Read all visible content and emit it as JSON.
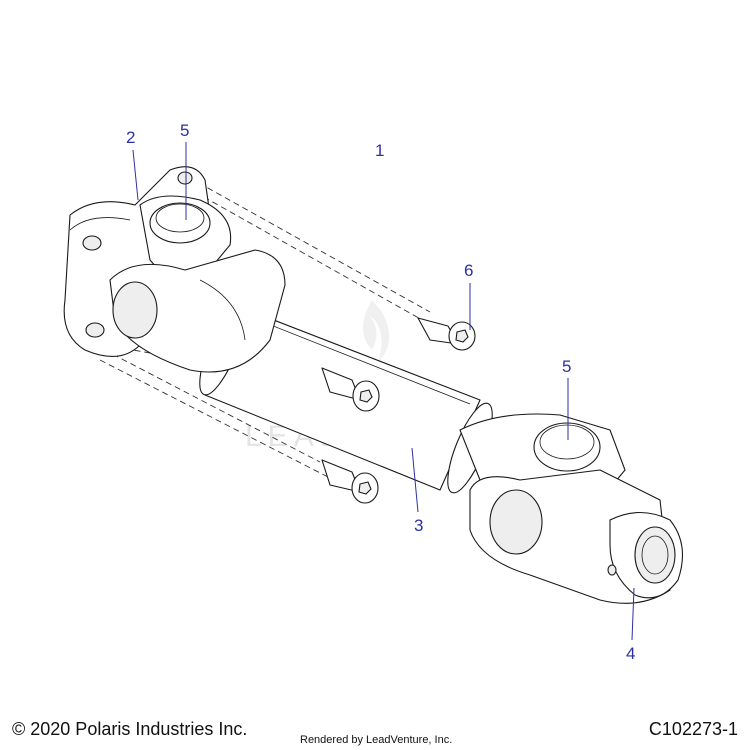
{
  "callouts": [
    {
      "id": "c1",
      "text": "1"
    },
    {
      "id": "c2",
      "text": "2"
    },
    {
      "id": "c5a",
      "text": "5"
    },
    {
      "id": "c6",
      "text": "6"
    },
    {
      "id": "c5b",
      "text": "5"
    },
    {
      "id": "c3",
      "text": "3"
    },
    {
      "id": "c4",
      "text": "4"
    }
  ],
  "watermark": "LEADVENTURE",
  "footer": {
    "copyright": "© 2020 Polaris Industries Inc.",
    "rendered_by": "Rendered by LeadVenture, Inc.",
    "part_number": "C102273-1"
  },
  "colors": {
    "callout": "#2b2fa8",
    "line": "#1a1a1a"
  }
}
